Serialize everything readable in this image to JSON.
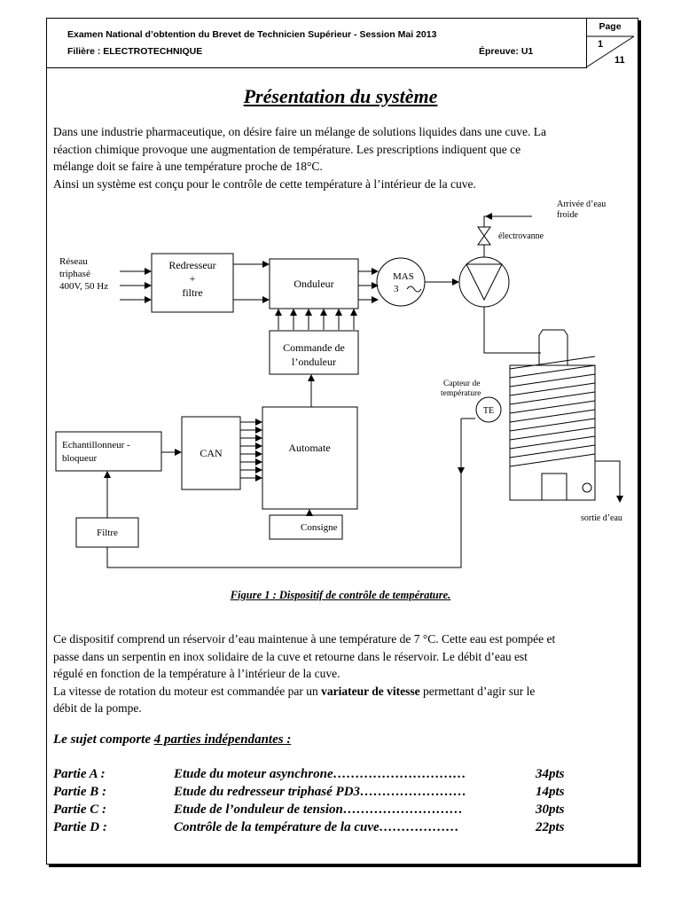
{
  "header": {
    "line1": "Examen National d’obtention du Brevet de Technicien Supérieur - Session Mai 2013",
    "filiere": "Filière : ELECTROTECHNIQUE",
    "epreuve": "Épreuve: U1",
    "page_label": "Page",
    "page_num": "1",
    "page_total": "11"
  },
  "title": "Présentation du système",
  "intro": [
    "Dans une industrie pharmaceutique, on désire faire un mélange de solutions liquides dans une cuve. La",
    "réaction chimique provoque une augmentation de température. Les prescriptions indiquent que ce",
    "mélange doit se faire à une température proche de 18°C.",
    "Ainsi un système est conçu pour le contrôle de cette température à l’intérieur de la cuve."
  ],
  "diagram": {
    "reseau": [
      "Réseau",
      "triphasé",
      "400V, 50 Hz"
    ],
    "redresseur": [
      "Redresseur",
      "+",
      "filtre"
    ],
    "onduleur": "Onduleur",
    "mas": [
      "MAS",
      "3"
    ],
    "arrivee": [
      "Arrivée d’eau",
      "froide"
    ],
    "electrovanne": "électrovanne",
    "commande": [
      "Commande de",
      "l’onduleur"
    ],
    "capteur": [
      "Capteur de",
      "température"
    ],
    "te": "TE",
    "echantillonneur": [
      "Echantillonneur -",
      "bloqueur"
    ],
    "can": "CAN",
    "automate": "Automate",
    "filtre": "Filtre",
    "consigne": "Consigne",
    "sortie": "sortie d’eau"
  },
  "caption": "Figure 1 : Dispositif de contrôle de température.",
  "body": [
    "Ce dispositif comprend un réservoir d’eau maintenue à une température de 7 °C. Cette eau est pompée et",
    "passe dans un serpentin en inox solidaire de la cuve et retourne dans le réservoir. Le débit d’eau est",
    "régulé en fonction de la température à l’intérieur de la cuve."
  ],
  "body2": {
    "part1": "La vitesse de rotation du moteur est commandée par un ",
    "bold": "variateur de vitesse",
    "part2": " permettant d’agir sur le",
    "line2": "débit de la pompe."
  },
  "sujet": {
    "prefix": "Le sujet comporte ",
    "underlined": " 4 parties indépendantes :"
  },
  "parts": [
    {
      "label": "Partie A :",
      "title": "Etude du moteur asynchrone…………………………",
      "points": "34pts"
    },
    {
      "label": "Partie B :",
      "title": "Etude du redresseur triphasé PD3……………………",
      "points": "14pts"
    },
    {
      "label": "Partie C :",
      "title": "Etude de l’onduleur de tension………………………",
      "points": "30pts"
    },
    {
      "label": "Partie D :",
      "title": "Contrôle  de la température de la cuve………………",
      "points": "22pts"
    }
  ]
}
